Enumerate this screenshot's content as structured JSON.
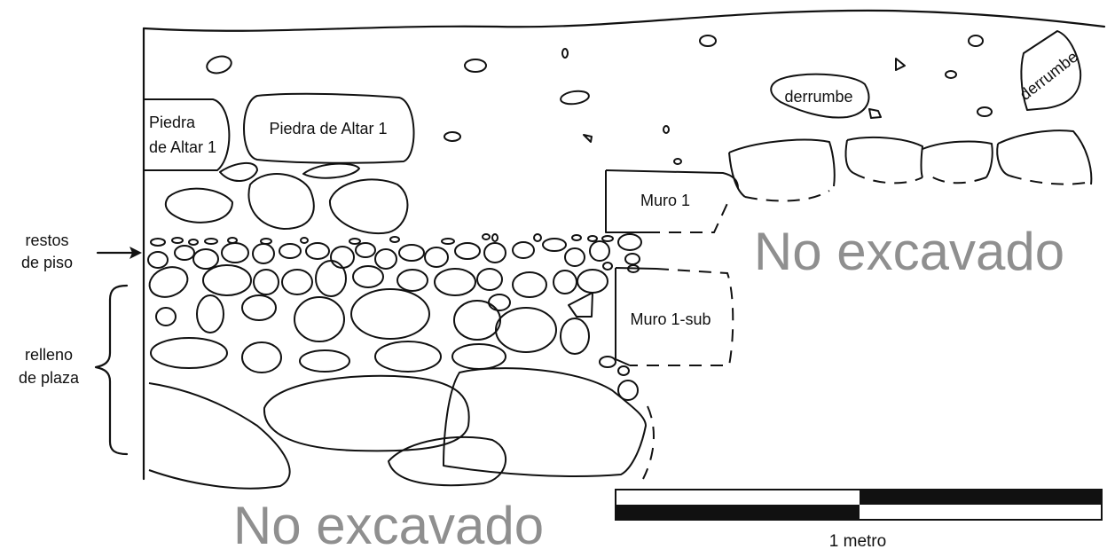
{
  "labels": {
    "piedra_altar_left": [
      "Piedra",
      "de Altar 1"
    ],
    "piedra_altar_right": "Piedra de Altar 1",
    "derrumbe_1": "derrumbe",
    "derrumbe_2": "derrumbe",
    "muro_1": "Muro 1",
    "muro_1_sub": "Muro 1-sub",
    "restos_piso": [
      "restos",
      "de piso"
    ],
    "relleno_plaza": [
      "relleno",
      "de plaza"
    ],
    "no_excavado_right": "No excavado",
    "no_excavado_bottom": "No excavado"
  },
  "scale_bar": {
    "label": "1 metro"
  },
  "colors": {
    "ink": "#111111",
    "muted_label": "#8f8f8f",
    "background": "#ffffff"
  }
}
